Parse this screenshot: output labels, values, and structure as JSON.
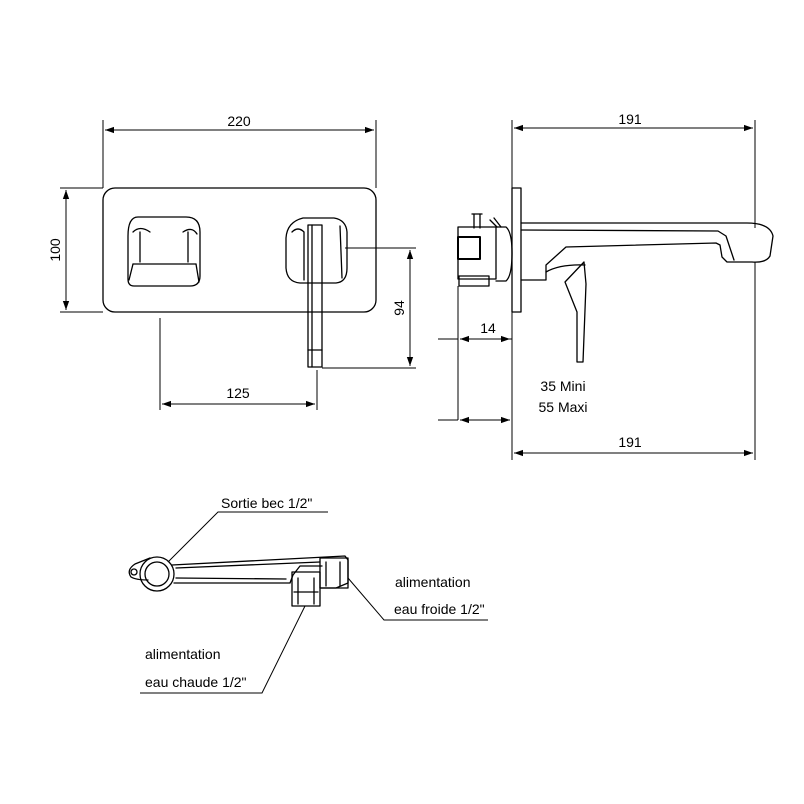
{
  "dimensions": {
    "width_front": "220",
    "height_front": "100",
    "lever_drop": "94",
    "lever_offset": "125",
    "side_top": "191",
    "side_bottom": "191",
    "body_depth": "14",
    "mini": "35 Mini",
    "maxi": "55 Maxi"
  },
  "labels": {
    "spout_outlet": "Sortie bec 1/2\"",
    "cold_supply_line1": "alimentation",
    "cold_supply_line2": "eau froide 1/2\"",
    "hot_supply_line1": "alimentation",
    "hot_supply_line2": "eau chaude 1/2\""
  },
  "icons": {
    "front": "faucet-front-view-icon",
    "side": "faucet-side-view-icon",
    "top": "faucet-top-view-icon"
  }
}
